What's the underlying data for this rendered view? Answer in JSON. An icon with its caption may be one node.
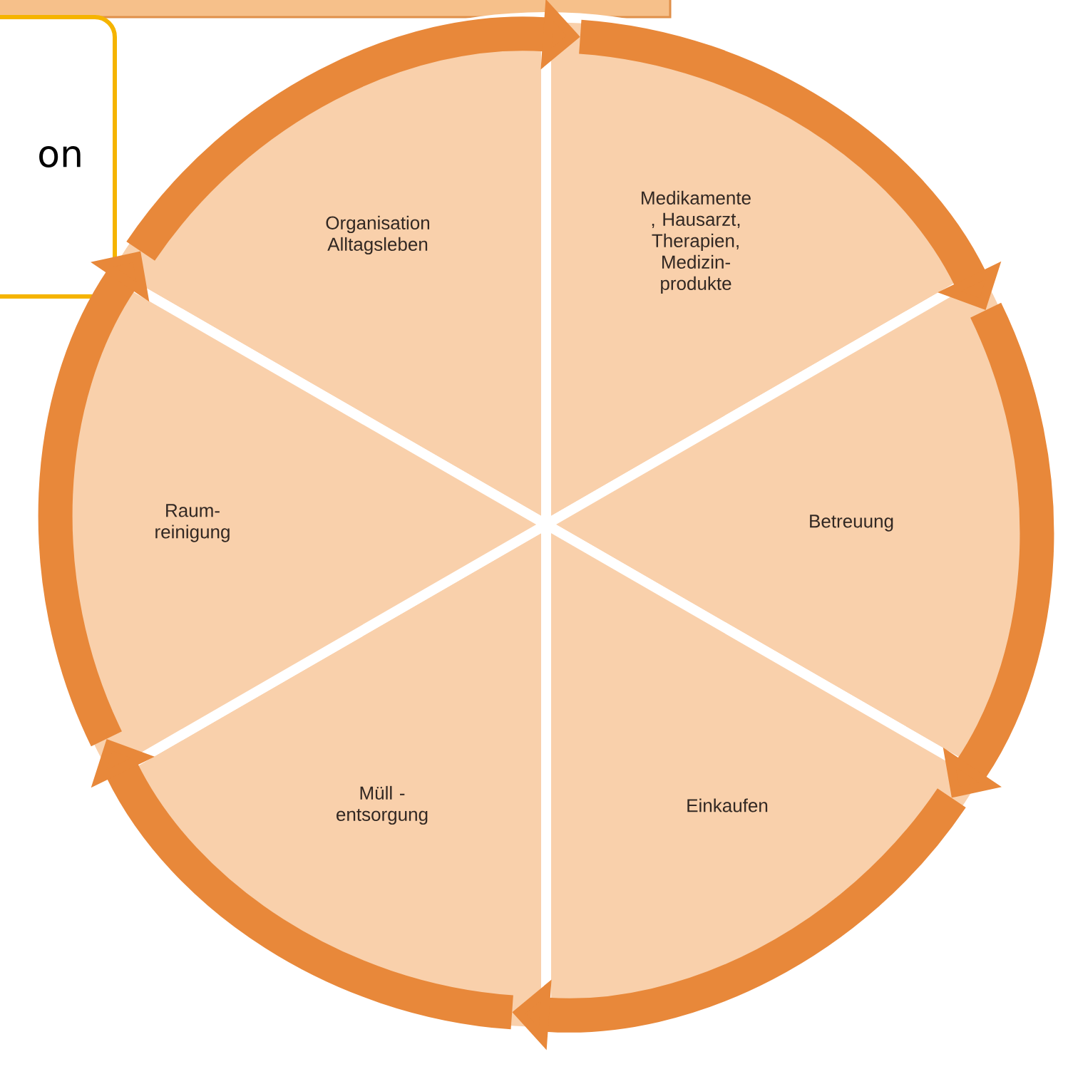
{
  "diagram": {
    "nodes": [
      {
        "text": [
          "Organisation Alltagsleben"
        ]
      },
      {
        "text": [
          "Medikamente , Hausarzt, Therapien, Medizin- produkte"
        ]
      },
      {
        "text": [
          "Betreuung"
        ]
      },
      {
        "text": [
          "Einkaufen"
        ]
      },
      {
        "text": [
          "Müll - entsorgung"
        ]
      },
      {
        "text": [
          "Raum- reinigung"
        ]
      },
      {
        "text": [
          "on"
        ]
      }
    ],
    "edges": [
      {
        "from": 0,
        "to": 1,
        "arrow": "to"
      },
      {
        "from": 1,
        "to": 2,
        "arrow": "to"
      },
      {
        "from": 2,
        "to": 3,
        "arrow": "to"
      },
      {
        "from": 3,
        "to": 4,
        "arrow": "to"
      },
      {
        "from": 4,
        "to": 5,
        "arrow": "to"
      },
      {
        "from": 5,
        "to": 0,
        "arrow": "to"
      }
    ]
  }
}
